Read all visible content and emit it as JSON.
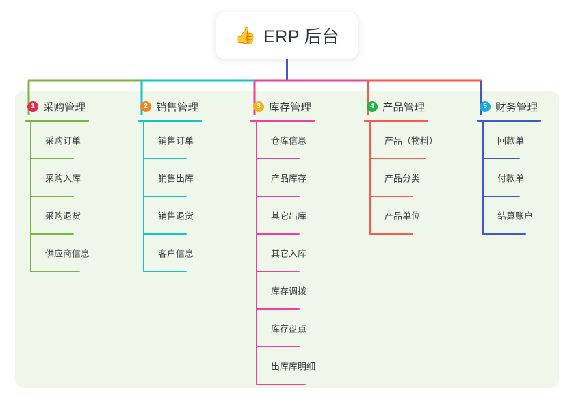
{
  "root": {
    "emoji": "👍",
    "emoji_name": "thumbs-up-icon",
    "title": "ERP 后台"
  },
  "theme": {
    "panel_bg": "#eef7e9",
    "page_bg": "#ffffff",
    "card_bg": "#ffffff",
    "text": "#33383c",
    "root_connector": "#4358c7"
  },
  "branches": [
    {
      "number": "1",
      "label": "采购管理",
      "color": "#7cb342",
      "badge_color": "#e8274b",
      "leaves": [
        "采购订单",
        "采购入库",
        "采购退货",
        "供应商信息"
      ]
    },
    {
      "number": "2",
      "label": "销售管理",
      "color": "#17c3c3",
      "badge_color": "#f5821f",
      "leaves": [
        "销售订单",
        "销售出库",
        "销售退货",
        "客户信息"
      ]
    },
    {
      "number": "3",
      "label": "库存管理",
      "color": "#e8459a",
      "badge_color": "#f5b216",
      "leaves": [
        "仓库信息",
        "产品库存",
        "其它出库",
        "其它入库",
        "库存调拨",
        "库存盘点",
        "出库库明细"
      ]
    },
    {
      "number": "4",
      "label": "产品管理",
      "color": "#f85a4f",
      "badge_color": "#21b24b",
      "leaves": [
        "产品（物料）",
        "产品分类",
        "产品单位"
      ]
    },
    {
      "number": "5",
      "label": "财务管理",
      "color": "#4358c7",
      "badge_color": "#19a7e0",
      "leaves": [
        "回款单",
        "付款单",
        "结算账户"
      ]
    }
  ]
}
